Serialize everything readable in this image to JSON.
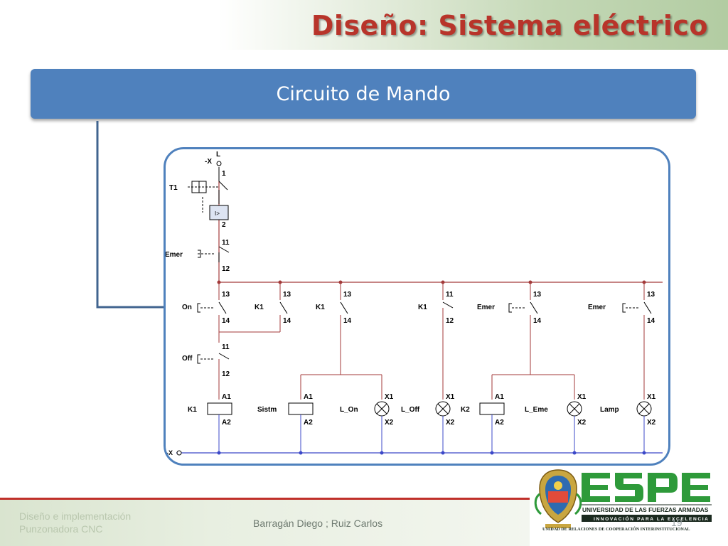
{
  "slide": {
    "title": "Diseño: Sistema eléctrico",
    "header": "Circuito de Mando",
    "footer_left_line1": "Diseño e implementación",
    "footer_left_line2": "Punzonadora CNC",
    "footer_center": "Barragán Diego ; Ruiz Carlos",
    "page_number": "19"
  },
  "logo": {
    "name": "ESPE",
    "line1": "UNIVERSIDAD DE LAS FUERZAS ARMADAS",
    "line2": "INNOVACIÓN PARA LA EXCELENCIA",
    "line3": "UNIDAD DE RELACIONES DE COOPERACIÓN INTERINSTITUCIONAL",
    "green": "#2e9a3a",
    "dark": "#1b2a1f"
  },
  "circuit": {
    "supply_top": "L",
    "terminal_top": "-X",
    "terminal_bottom": "-X",
    "t1": {
      "label": "T1",
      "pin_top": "1",
      "pin_bottom": "2"
    },
    "emer_main": {
      "label": "Emer",
      "pin_top": "11",
      "pin_bottom": "12"
    },
    "rungs": [
      {
        "label": "On",
        "pin_top": "13",
        "pin_bottom": "14"
      },
      {
        "label": "K1",
        "pin_top": "13",
        "pin_bottom": "14"
      },
      {
        "label": "K1",
        "pin_top": "13",
        "pin_bottom": "14"
      },
      {
        "label": "K1",
        "pin_top": "11",
        "pin_bottom": "12"
      },
      {
        "label": "Emer",
        "pin_top": "13",
        "pin_bottom": "14"
      },
      {
        "label": "Emer",
        "pin_top": "13",
        "pin_bottom": "14"
      }
    ],
    "off": {
      "label": "Off",
      "pin_top": "11",
      "pin_bottom": "12"
    },
    "loads": [
      {
        "label": "K1",
        "kind": "coil",
        "pin_top": "A1",
        "pin_bottom": "A2"
      },
      {
        "label": "Sistm",
        "kind": "coil",
        "pin_top": "A1",
        "pin_bottom": "A2"
      },
      {
        "label": "L_On",
        "kind": "lamp",
        "pin_top": "X1",
        "pin_bottom": "X2"
      },
      {
        "label": "L_Off",
        "kind": "lamp",
        "pin_top": "X1",
        "pin_bottom": "X2"
      },
      {
        "label": "K2",
        "kind": "coil",
        "pin_top": "A1",
        "pin_bottom": "A2"
      },
      {
        "label": "L_Eme",
        "kind": "lamp",
        "pin_top": "X1",
        "pin_bottom": "X2"
      },
      {
        "label": "Lamp",
        "kind": "lamp",
        "pin_top": "X1",
        "pin_bottom": "X2"
      }
    ],
    "colors": {
      "wire": "#a33a3a",
      "neutral": "#3c48c8",
      "symbol": "#000000",
      "frame": "#4f81bd"
    }
  }
}
